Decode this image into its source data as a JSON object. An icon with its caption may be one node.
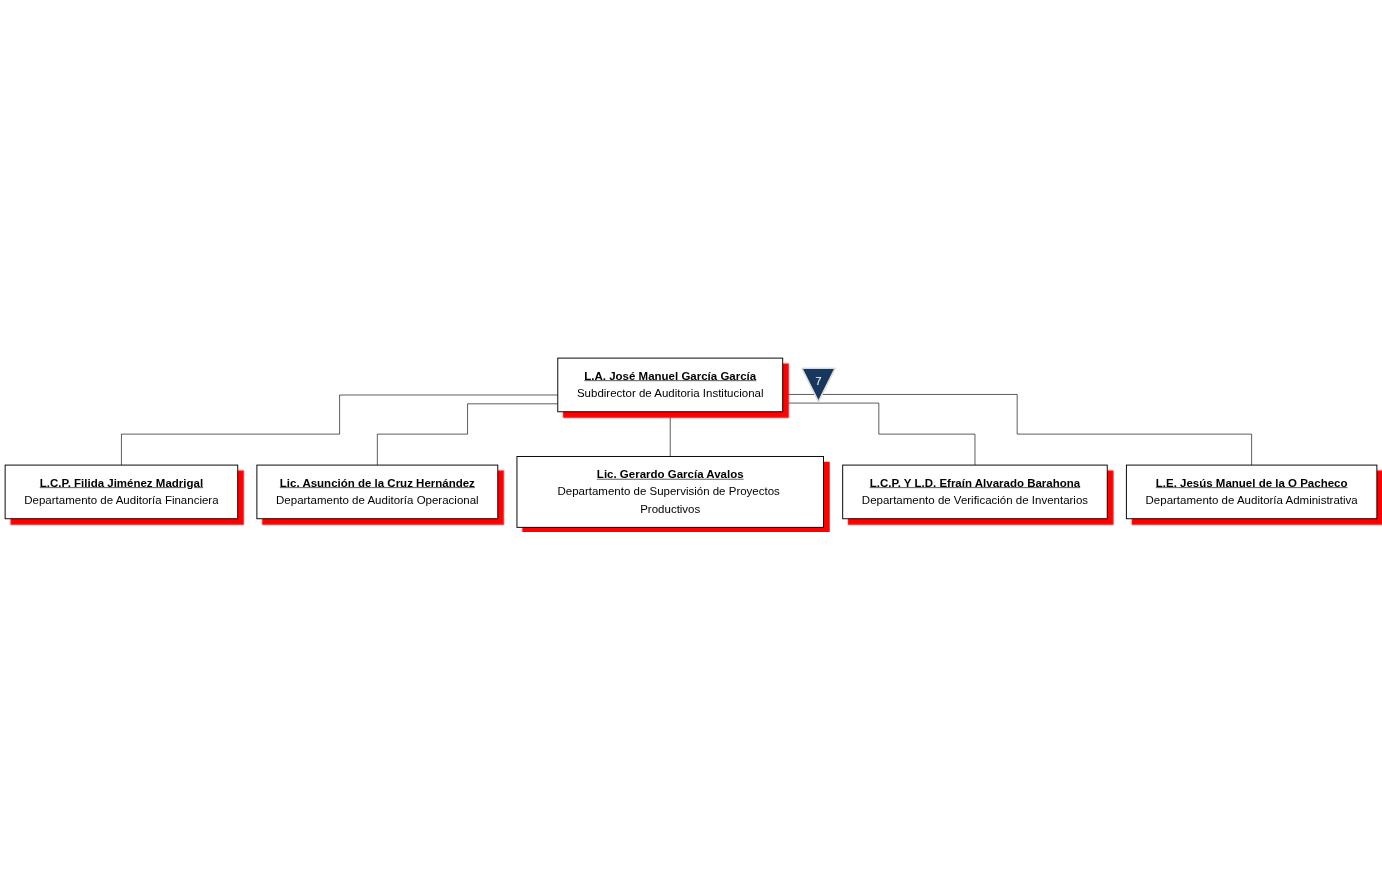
{
  "diagram": {
    "nodes": [
      {
        "text": [
          "L.A. José Manuel García García",
          "Subdirector de Auditoria Institucional"
        ]
      },
      {
        "text": [
          "7"
        ]
      },
      {
        "text": [
          "L.C.P. Filida Jiménez Madrigal",
          "Departamento de Auditoría Financiera"
        ]
      },
      {
        "text": [
          "L.C.P. Y L.D. Efraín Alvarado Barahona",
          "Departamento de Verificación de Inventarios"
        ]
      },
      {
        "text": [
          "Lic. Asunción de la Cruz Hernández",
          "Departamento de Auditoría Operacional"
        ]
      },
      {
        "text": [
          "L.E. Jesús Manuel de la O Pacheco",
          "Departamento de Auditoría Administrativa"
        ]
      },
      {
        "text": [
          "Lic. Gerardo García Avalos",
          "Departamento de Supervisión de Proyectos Productivos"
        ]
      }
    ],
    "edges": [
      {
        "from": 0,
        "to": 2,
        "arrow": "none"
      },
      {
        "from": 0,
        "to": 4,
        "arrow": "none"
      },
      {
        "from": 0,
        "to": 6,
        "arrow": "none"
      },
      {
        "from": 0,
        "to": 3,
        "arrow": "none"
      },
      {
        "from": 0,
        "to": 5,
        "arrow": "none"
      }
    ]
  }
}
